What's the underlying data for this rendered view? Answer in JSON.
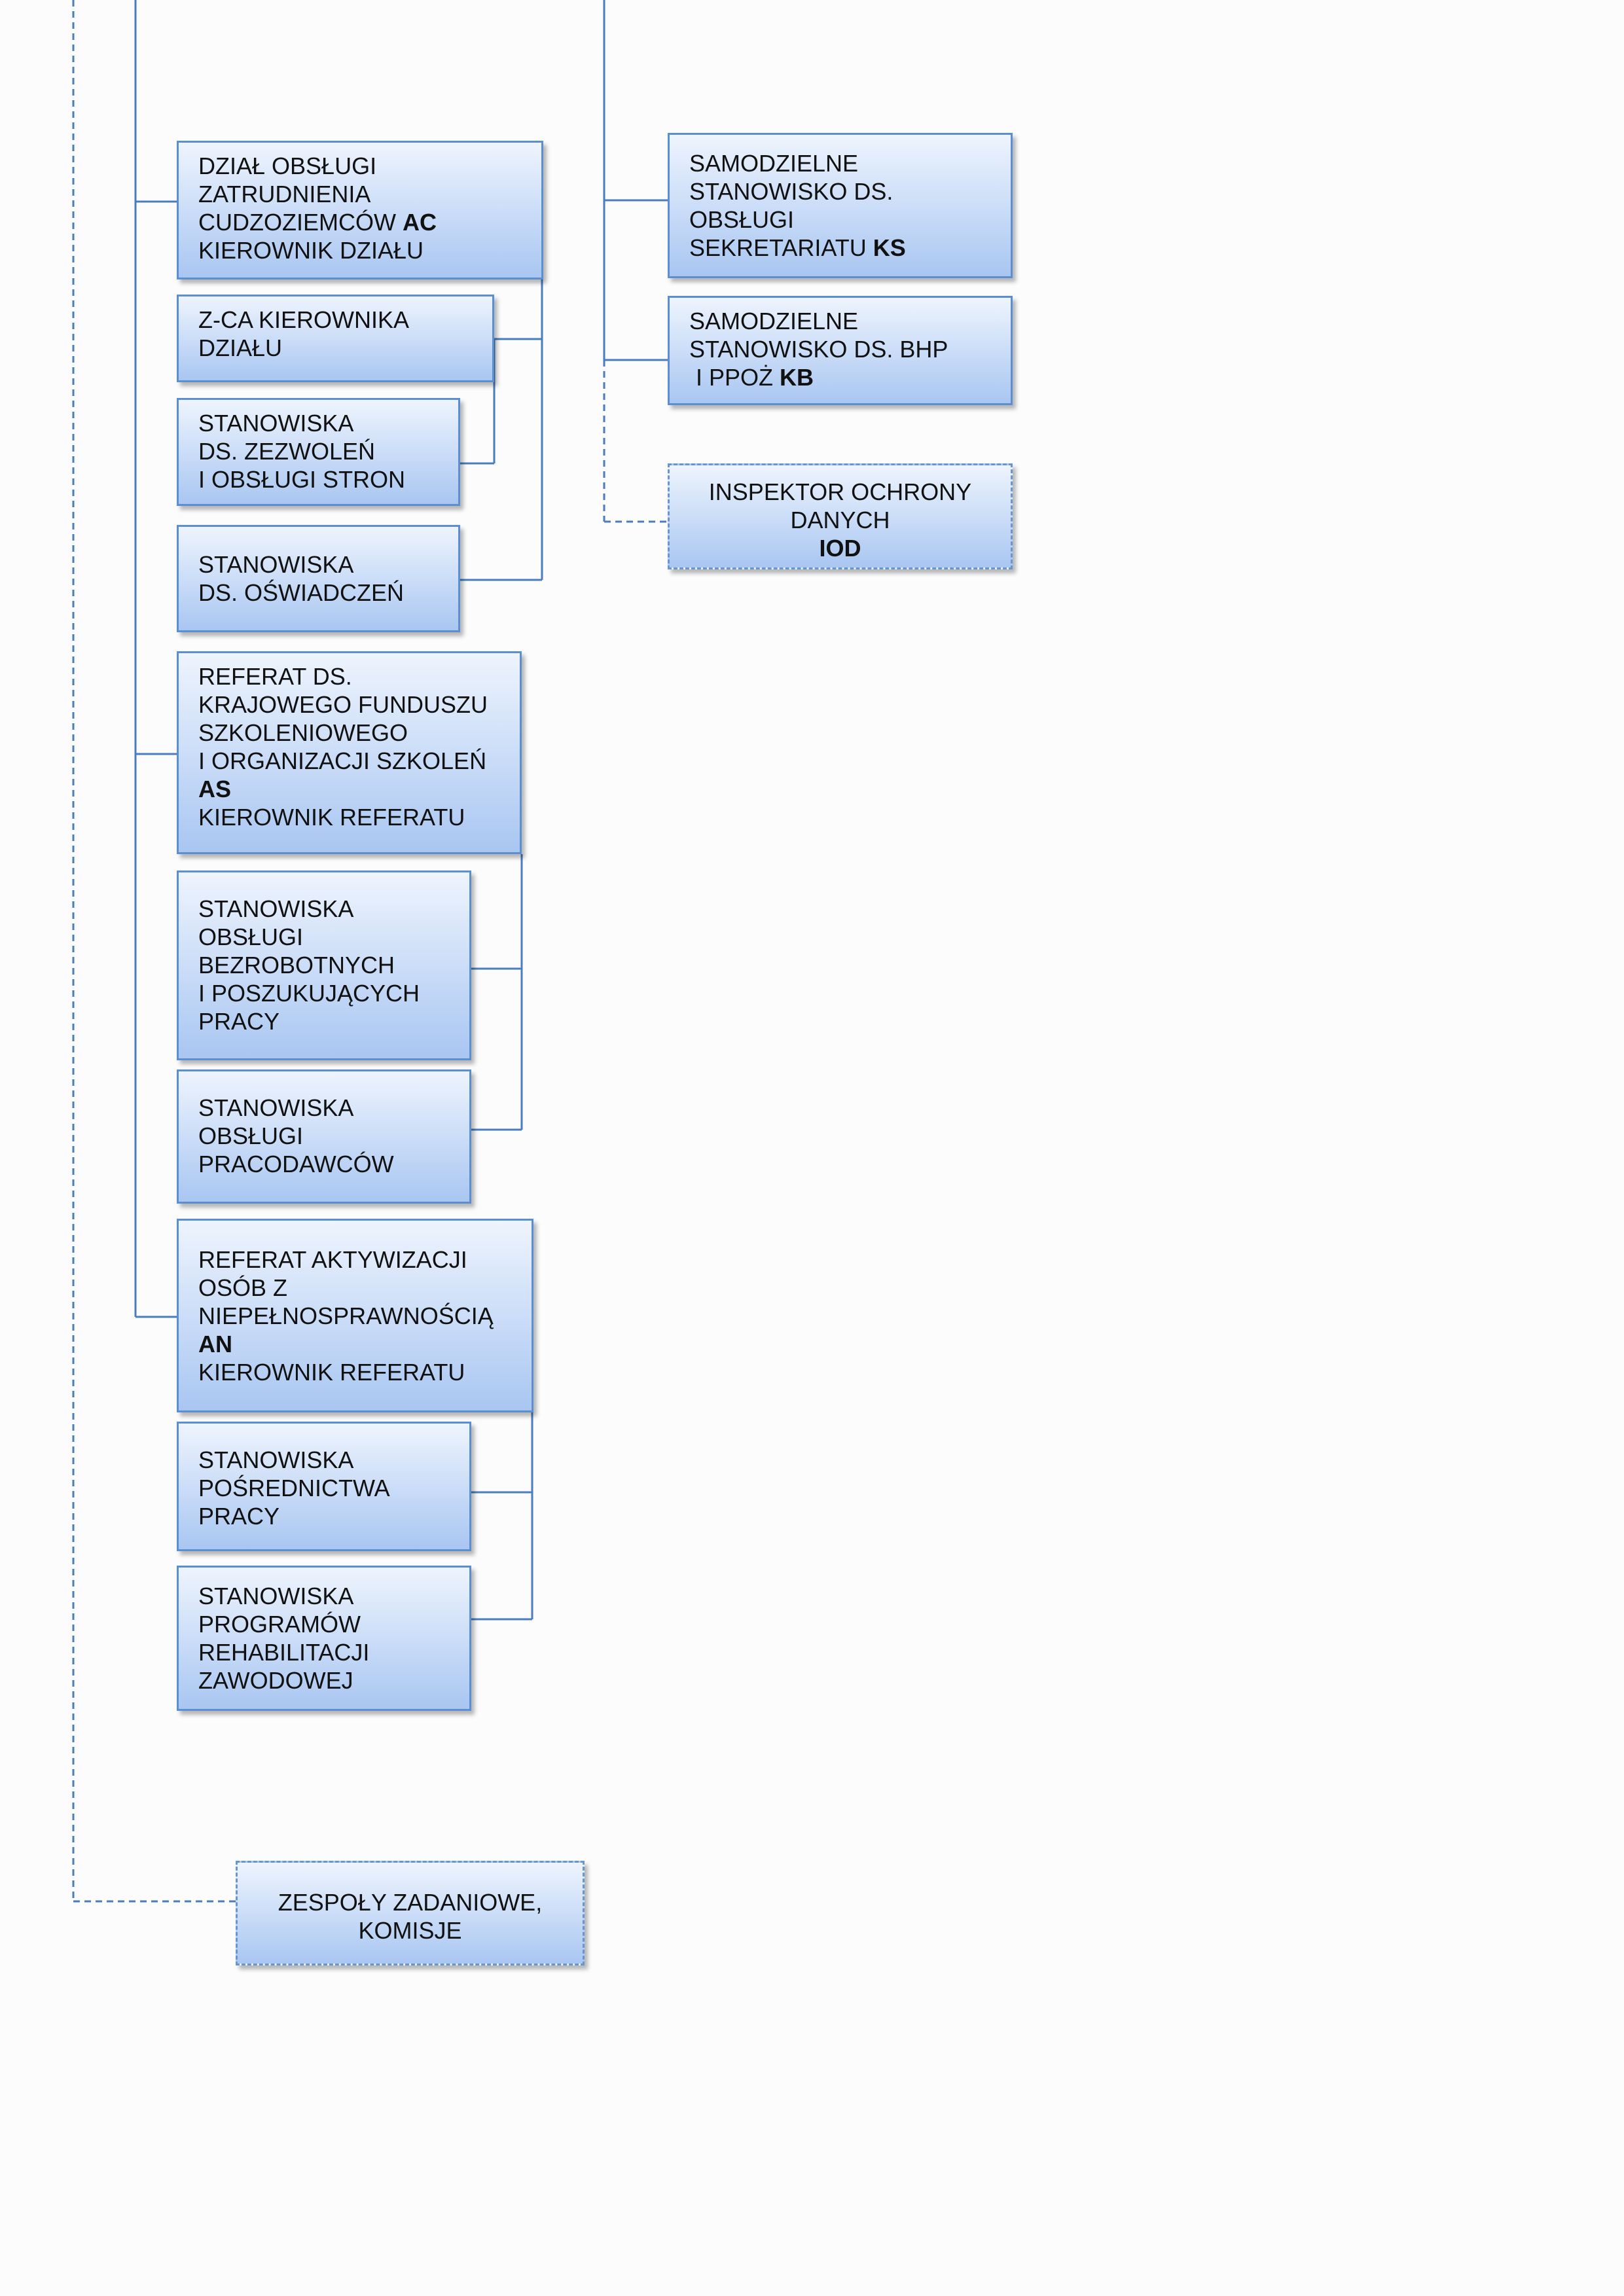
{
  "colors": {
    "connector": "#4a7cc0",
    "box_border": "#5b8fd0"
  },
  "units": {
    "ac": {
      "lines": [
        "DZIAŁ OBSŁUGI",
        "ZATRUDNIENIA"
      ],
      "tail": "CUDZOZIEMCÓW",
      "code": "AC",
      "lines_after": [
        "KIEROWNIK DZIAŁU"
      ]
    },
    "ac_deputy": {
      "lines": [
        "Z-CA KIEROWNIKA",
        "DZIAŁU"
      ]
    },
    "ac_permits": {
      "lines": [
        "STANOWISKA",
        "DS. ZEZWOLEŃ",
        "I OBSŁUGI STRON"
      ]
    },
    "ac_statements": {
      "lines": [
        "STANOWISKA",
        "DS. OŚWIADCZEŃ"
      ]
    },
    "as": {
      "lines": [
        "REFERAT DS.",
        "KRAJOWEGO FUNDUSZU",
        "SZKOLENIOWEGO",
        "I ORGANIZACJI SZKOLEŃ"
      ],
      "code": "AS",
      "lines_after": [
        "KIEROWNIK REFERATU"
      ]
    },
    "as_unemployed": {
      "lines": [
        "STANOWISKA",
        "OBSŁUGI",
        "BEZROBOTNYCH",
        "I POSZUKUJĄCYCH",
        "PRACY"
      ]
    },
    "as_employers": {
      "lines": [
        "STANOWISKA",
        "OBSŁUGI",
        "PRACODAWCÓW"
      ]
    },
    "an": {
      "lines": [
        "REFERAT AKTYWIZACJI",
        "OSÓB Z",
        "NIEPEŁNOSPRAWNOŚCIĄ"
      ],
      "code": "AN",
      "lines_after": [
        "KIEROWNIK REFERATU"
      ]
    },
    "an_placement": {
      "lines": [
        "STANOWISKA",
        "POŚREDNICTWA",
        "PRACY"
      ]
    },
    "an_rehab": {
      "lines": [
        "STANOWISKA",
        "PROGRAMÓW",
        "REHABILITACJI",
        "ZAWODOWEJ"
      ]
    },
    "ks": {
      "lines": [
        "SAMODZIELNE",
        "STANOWISKO DS.",
        "OBSŁUGI"
      ],
      "tail": "SEKRETARIATU",
      "code": "KS"
    },
    "kb": {
      "lines": [
        "SAMODZIELNE",
        "STANOWISKO DS. BHP"
      ],
      "tail": " I PPOŻ",
      "code": "KB"
    },
    "iod": {
      "lines": [
        "INSPEKTOR OCHRONY",
        "DANYCH"
      ],
      "code_line": "IOD"
    },
    "teams": {
      "lines": [
        "ZESPOŁY ZADANIOWE,",
        "KOMISJE"
      ]
    }
  }
}
